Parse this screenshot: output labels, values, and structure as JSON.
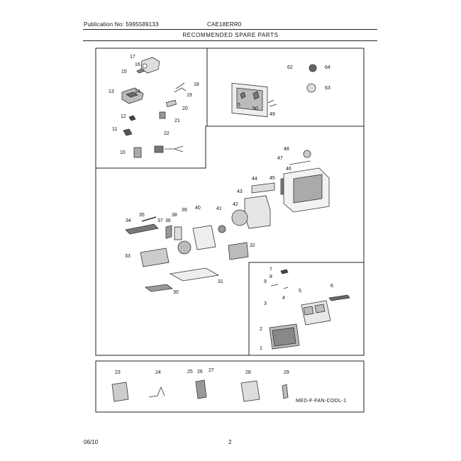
{
  "header": {
    "publication": "Publication No: 5995589133",
    "model": "CAE18ERR0",
    "title": "RECOMMENDED SPARE PARTS"
  },
  "diagram": {
    "top_left_labels": [
      "17",
      "16",
      "15",
      "14",
      "13",
      "12",
      "11",
      "10",
      "18",
      "19",
      "20",
      "21",
      "22"
    ],
    "top_right_labels": [
      "62",
      "64",
      "63",
      "5",
      "50",
      "49"
    ],
    "main_labels": [
      "48",
      "47",
      "46",
      "44",
      "45",
      "43",
      "42",
      "41",
      "40",
      "39",
      "38",
      "37",
      "36",
      "35",
      "34",
      "33",
      "32",
      "31",
      "30"
    ],
    "inset_labels": [
      "7",
      "8",
      "9",
      "6",
      "5",
      "4",
      "3",
      "2",
      "1"
    ],
    "bottom_labels": [
      "23",
      "24",
      "25",
      "26",
      "27",
      "28",
      "29"
    ],
    "diagram_code": "MED-F-FAN-COOL-1"
  },
  "footer": {
    "date": "06/10",
    "page": "2"
  }
}
